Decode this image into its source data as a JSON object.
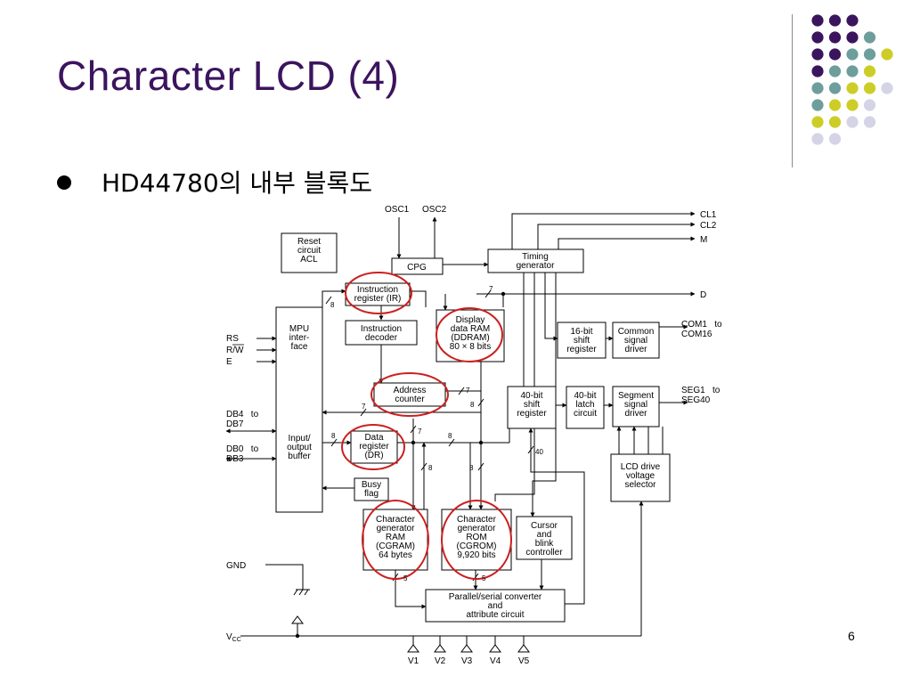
{
  "slide": {
    "title": "Character LCD (4)",
    "bullet": "HD44780의 내부 블록도",
    "page_number": "6"
  },
  "decoration": {
    "colors": {
      "purple": "#3b145e",
      "teal": "#6e9e9c",
      "yellow": "#cdcd28",
      "lavender": "#d4d4e6"
    },
    "dot_rows": [
      [
        "purple",
        "purple",
        "purple",
        null,
        null
      ],
      [
        "purple",
        "purple",
        "purple",
        "teal",
        null
      ],
      [
        "purple",
        "purple",
        "teal",
        "teal",
        "yellow"
      ],
      [
        "purple",
        "teal",
        "teal",
        "yellow",
        null
      ],
      [
        "teal",
        "teal",
        "yellow",
        "yellow",
        "lavender"
      ],
      [
        "teal",
        "yellow",
        "yellow",
        "lavender",
        null
      ],
      [
        "yellow",
        "yellow",
        "lavender",
        "lavender",
        null
      ],
      [
        "lavender",
        "lavender",
        null,
        null,
        null
      ]
    ]
  },
  "diagram": {
    "highlight_color": "#cc1f1f",
    "blocks": {
      "reset": [
        "Reset",
        "circuit",
        "ACL"
      ],
      "cpg": [
        "CPG"
      ],
      "timing": [
        "Timing",
        "generator"
      ],
      "ir": [
        "Instruction",
        "register (IR)"
      ],
      "decoder": [
        "Instruction",
        "decoder"
      ],
      "ddram": [
        "Display",
        "data RAM",
        "(DDRAM)",
        "80 × 8 bits"
      ],
      "mpu": [
        "MPU",
        "inter-",
        "face"
      ],
      "io_buffer": [
        "Input/",
        "output",
        "buffer"
      ],
      "shift16": [
        "16-bit",
        "shift",
        "register"
      ],
      "common": [
        "Common",
        "signal",
        "driver"
      ],
      "address_counter": [
        "Address",
        "counter"
      ],
      "shift40": [
        "40-bit",
        "shift",
        "register"
      ],
      "latch40": [
        "40-bit",
        "latch",
        "circuit"
      ],
      "segment": [
        "Segment",
        "signal",
        "driver"
      ],
      "dr": [
        "Data",
        "register",
        "(DR)"
      ],
      "lcd_voltage": [
        "LCD drive",
        "voltage",
        "selector"
      ],
      "busy": [
        "Busy",
        "flag"
      ],
      "cgram": [
        "Character",
        "generator",
        "RAM",
        "(CGRAM)",
        "64 bytes"
      ],
      "cgrom": [
        "Character",
        "generator",
        "ROM",
        "(CGROM)",
        "9,920 bits"
      ],
      "cursor": [
        "Cursor",
        "and",
        "blink",
        "controller"
      ],
      "psconv": [
        "Parallel/serial converter",
        "and",
        "attribute circuit"
      ]
    },
    "signals": {
      "osc1": "OSC1",
      "osc2": "OSC2",
      "cl1": "CL1",
      "cl2": "CL2",
      "m": "M",
      "d": "D",
      "com_a": "COM1   to",
      "com_b": "COM16",
      "seg_a": "SEG1   to",
      "seg_b": "SEG40",
      "rs": "RS",
      "rw": "R/W",
      "e": "E",
      "db4_a": "DB4   to",
      "db4_b": "DB7",
      "db0_a": "DB0   to",
      "db0_b": "DB3",
      "gnd": "GND",
      "vcc": "V",
      "vcc_sub": "CC",
      "v1": "V1",
      "v2": "V2",
      "v3": "V3",
      "v4": "V4",
      "v5": "V5"
    },
    "bus_widths": {
      "ir_in": "8",
      "ddram_in": "7",
      "ac_out": "7",
      "ac_bus": "7",
      "ddram_vert": "8",
      "io_to_dr": "8",
      "dr_vert": "7",
      "dr_bus": "8",
      "dr_down": "8",
      "bus_down": "8",
      "shift40_in": "40",
      "cgram_out": "5",
      "cgrom_out": "5"
    }
  }
}
